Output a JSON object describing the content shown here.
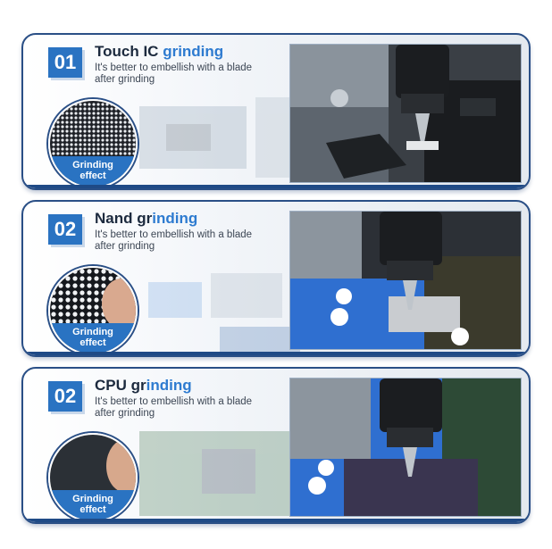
{
  "steps": [
    {
      "number": "01",
      "title_plain": "Touch IC ",
      "title_accent": "grinding",
      "description": "It's better to embellish with a blade after grinding",
      "effect_label_line1": "Grinding",
      "effect_label_line2": "effect",
      "icon": "grinding-tool-photo"
    },
    {
      "number": "02",
      "title_plain": "Nand gr",
      "title_accent": "inding",
      "description": "It's better to embellish with a blade after grinding",
      "effect_label_line1": "Grinding",
      "effect_label_line2": "effect",
      "icon": "grinding-tool-photo"
    },
    {
      "number": "02",
      "title_plain": "CPU gr",
      "title_accent": "inding",
      "description": "It's better to embellish with a blade after grinding",
      "effect_label_line1": "Grinding",
      "effect_label_line2": "effect",
      "icon": "grinding-tool-photo"
    }
  ],
  "colors": {
    "accent": "#2e7bd0",
    "badge": "#2a73c2",
    "border": "#2a4f86"
  }
}
